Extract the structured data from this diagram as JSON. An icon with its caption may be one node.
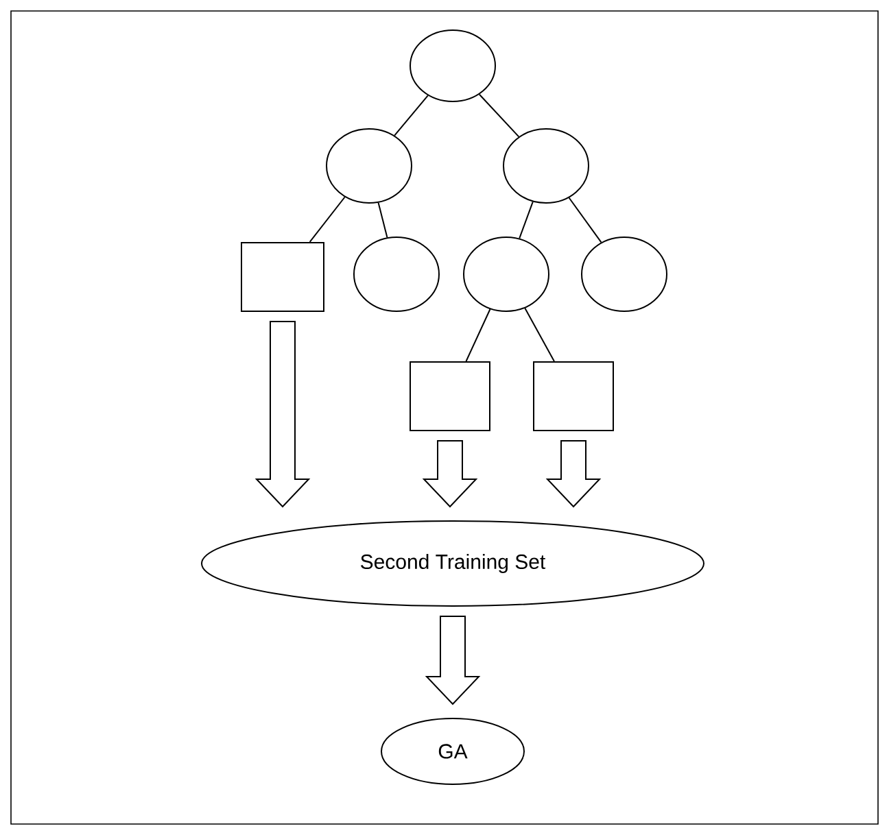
{
  "diagram": {
    "nodes": [
      {
        "text": [],
        "shape": "circle"
      },
      {
        "text": [],
        "shape": "circle"
      },
      {
        "text": [],
        "shape": "circle"
      },
      {
        "text": [],
        "shape": "box"
      },
      {
        "text": [],
        "shape": "circle"
      },
      {
        "text": [],
        "shape": "circle"
      },
      {
        "text": [],
        "shape": "circle"
      },
      {
        "text": [],
        "shape": "box"
      },
      {
        "text": [],
        "shape": "box"
      },
      {
        "text": [
          "Second Training Set"
        ]
      },
      {
        "text": [
          "GA"
        ]
      }
    ],
    "edges": [
      {
        "from": 0,
        "to": 1,
        "arrow": "none"
      },
      {
        "from": 0,
        "to": 2,
        "arrow": "none"
      },
      {
        "from": 1,
        "to": 3,
        "arrow": "none"
      },
      {
        "from": 1,
        "to": 4,
        "arrow": "none"
      },
      {
        "from": 2,
        "to": 5,
        "arrow": "none"
      },
      {
        "from": 2,
        "to": 6,
        "arrow": "none"
      },
      {
        "from": 5,
        "to": 7,
        "arrow": "none"
      },
      {
        "from": 5,
        "to": 8,
        "arrow": "none"
      },
      {
        "from": 3,
        "to": 9,
        "arrow": "to"
      },
      {
        "from": 7,
        "to": 9,
        "arrow": "to"
      },
      {
        "from": 8,
        "to": 9,
        "arrow": "to"
      },
      {
        "from": 9,
        "to": 10,
        "arrow": "to"
      }
    ]
  }
}
